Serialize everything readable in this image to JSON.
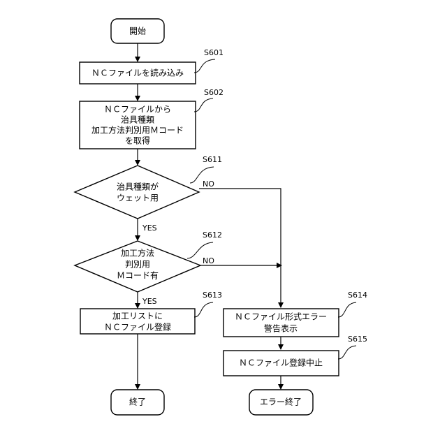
{
  "nodes": {
    "start": "開始",
    "s601": "ＮＣファイルを読み込み",
    "s602": [
      "ＮＣファイルから",
      "治具種類",
      "加工方法判別用Ｍコード",
      "を取得"
    ],
    "s611": [
      "治具種類が",
      "ウェット用"
    ],
    "s612": [
      "加工方法",
      "判別用",
      "Ｍコード有"
    ],
    "s613": [
      "加工リストに",
      "ＮＣファイル登録"
    ],
    "s614": [
      "ＮＣファイル形式エラー",
      "警告表示"
    ],
    "s615": "ＮＣファイル登録中止",
    "end": "終了",
    "error_end": "エラー終了"
  },
  "step_labels": {
    "s601": "S601",
    "s602": "S602",
    "s611": "S611",
    "s612": "S612",
    "s613": "S613",
    "s614": "S614",
    "s615": "S615"
  },
  "branch_labels": {
    "s611_yes": "YES",
    "s611_no": "NO",
    "s612_yes": "YES",
    "s612_no": "NO"
  }
}
